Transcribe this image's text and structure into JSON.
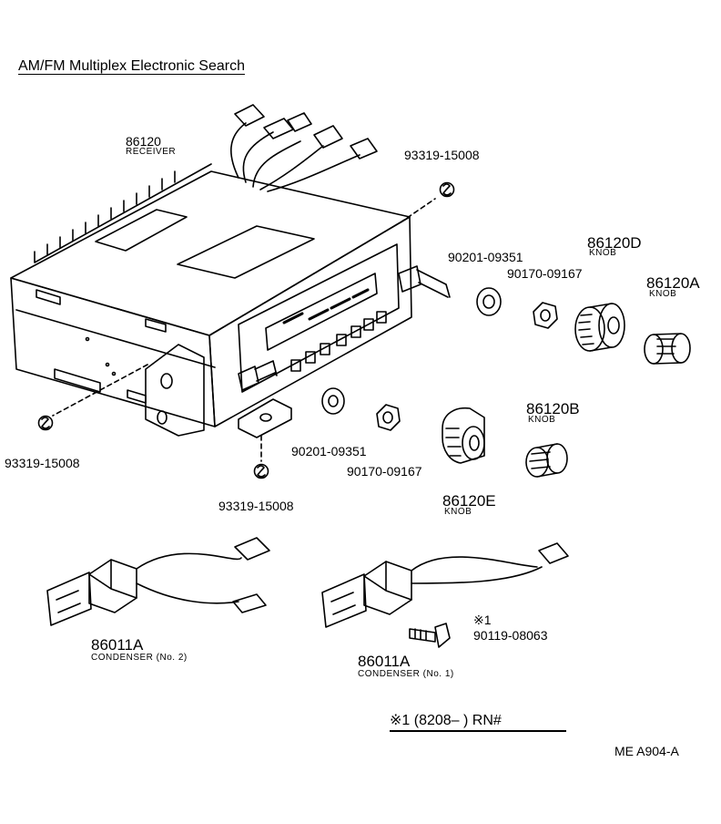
{
  "title": "AM/FM Multiplex Electronic Search",
  "parts": {
    "receiver": {
      "number": "86120",
      "name": "RECEIVER"
    },
    "screw_top": "93319-15008",
    "screw_left": "93319-15008",
    "screw_bottom": "93319-15008",
    "washer_upper": "90201-09351",
    "nut_upper": "90170-09167",
    "knob_d": {
      "number": "86120D",
      "name": "KNOB"
    },
    "knob_a": {
      "number": "86120A",
      "name": "KNOB"
    },
    "washer_lower": "90201-09351",
    "nut_lower": "90170-09167",
    "knob_e": {
      "number": "86120E",
      "name": "KNOB"
    },
    "knob_b": {
      "number": "86120B",
      "name": "KNOB"
    },
    "condenser_2": {
      "number": "86011A",
      "name": "CONDENSER (No. 2)"
    },
    "condenser_1": {
      "number": "86011A",
      "name": "CONDENSER (No. 1)"
    },
    "bolt": {
      "mark": "※1",
      "number": "90119-08063"
    }
  },
  "footnote": "※1 (8208–      ) RN#",
  "drawing_code": "ME  A904-A"
}
